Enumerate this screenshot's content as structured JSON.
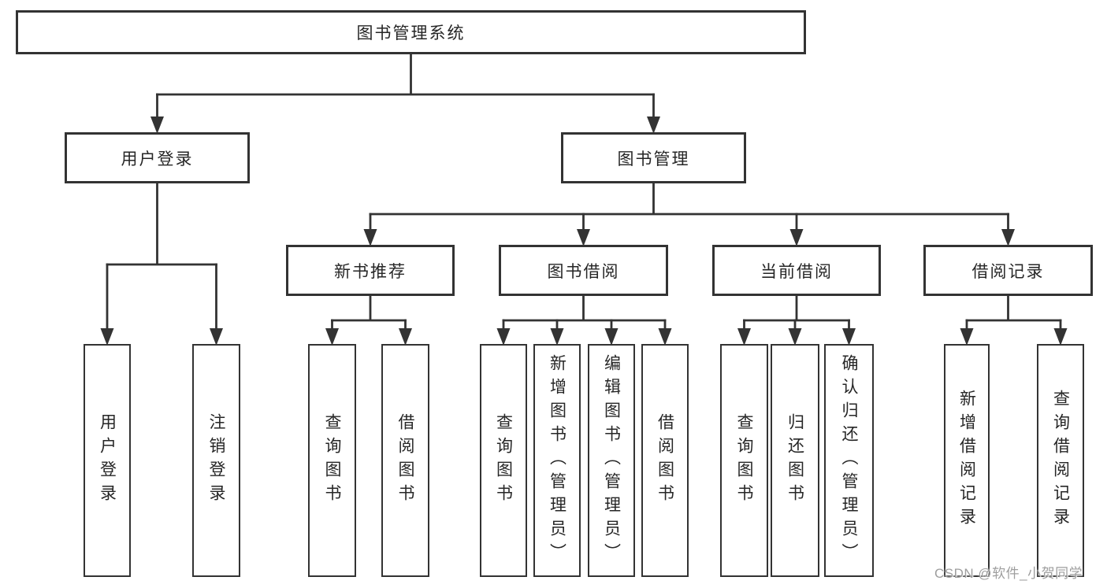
{
  "diagram": {
    "watermark": "CSDN @软件_小贺同学",
    "colors": {
      "line": "#333333",
      "box_border": "#333333",
      "box_fill": "#ffffff",
      "text": "#262626",
      "background": "#ffffff",
      "watermark": "#9e9e9e"
    },
    "nodes": [
      {
        "id": "root",
        "label": "图书管理系统",
        "parent": null,
        "orientation": "horizontal"
      },
      {
        "id": "user-login",
        "label": "用户登录",
        "parent": "root",
        "orientation": "horizontal"
      },
      {
        "id": "book-mgmt",
        "label": "图书管理",
        "parent": "root",
        "orientation": "horizontal"
      },
      {
        "id": "new-book-recommend",
        "label": "新书推荐",
        "parent": "book-mgmt",
        "orientation": "horizontal"
      },
      {
        "id": "book-borrowing",
        "label": "图书借阅",
        "parent": "book-mgmt",
        "orientation": "horizontal"
      },
      {
        "id": "current-borrowing",
        "label": "当前借阅",
        "parent": "book-mgmt",
        "orientation": "horizontal"
      },
      {
        "id": "borrowing-records",
        "label": "借阅记录",
        "parent": "book-mgmt",
        "orientation": "horizontal"
      },
      {
        "id": "user-login-leaf",
        "label": "用户登录",
        "parent": "user-login",
        "orientation": "vertical"
      },
      {
        "id": "logout-leaf",
        "label": "注销登录",
        "parent": "user-login",
        "orientation": "vertical"
      },
      {
        "id": "query-books-1",
        "label": "查询图书",
        "parent": "new-book-recommend",
        "orientation": "vertical"
      },
      {
        "id": "borrow-books-1",
        "label": "借阅图书",
        "parent": "new-book-recommend",
        "orientation": "vertical"
      },
      {
        "id": "query-books-2",
        "label": "查询图书",
        "parent": "book-borrowing",
        "orientation": "vertical"
      },
      {
        "id": "add-book-admin",
        "label": "新增图书（管理员）",
        "parent": "book-borrowing",
        "orientation": "vertical"
      },
      {
        "id": "edit-book-admin",
        "label": "编辑图书（管理员）",
        "parent": "book-borrowing",
        "orientation": "vertical"
      },
      {
        "id": "borrow-books-2",
        "label": "借阅图书",
        "parent": "book-borrowing",
        "orientation": "vertical"
      },
      {
        "id": "query-books-3",
        "label": "查询图书",
        "parent": "current-borrowing",
        "orientation": "vertical"
      },
      {
        "id": "return-book",
        "label": "归还图书",
        "parent": "current-borrowing",
        "orientation": "vertical"
      },
      {
        "id": "confirm-return-admin",
        "label": "确认归还（管理员）",
        "parent": "current-borrowing",
        "orientation": "vertical"
      },
      {
        "id": "add-borrow-record",
        "label": "新增借阅记录",
        "parent": "borrowing-records",
        "orientation": "vertical"
      },
      {
        "id": "query-borrow-record",
        "label": "查询借阅记录",
        "parent": "borrowing-records",
        "orientation": "vertical"
      }
    ]
  }
}
